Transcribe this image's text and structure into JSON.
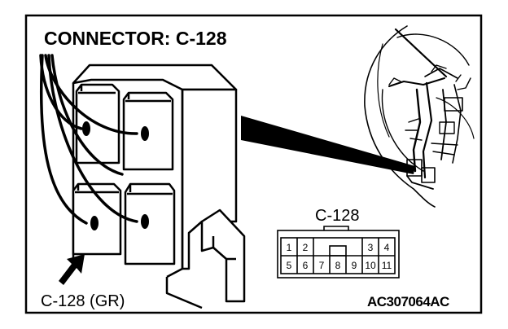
{
  "diagram": {
    "title": "CONNECTOR: C-128",
    "callout_label": "C-128 (GR)",
    "face_view_label": "C-128",
    "reference_code": "AC307064AC",
    "pin_rows": [
      [
        "1",
        "2",
        "",
        "",
        "3",
        "4"
      ],
      [
        "5",
        "6",
        "7",
        "8",
        "9",
        "10",
        "11"
      ]
    ],
    "colors": {
      "line": "#000000",
      "background": "#ffffff"
    }
  }
}
